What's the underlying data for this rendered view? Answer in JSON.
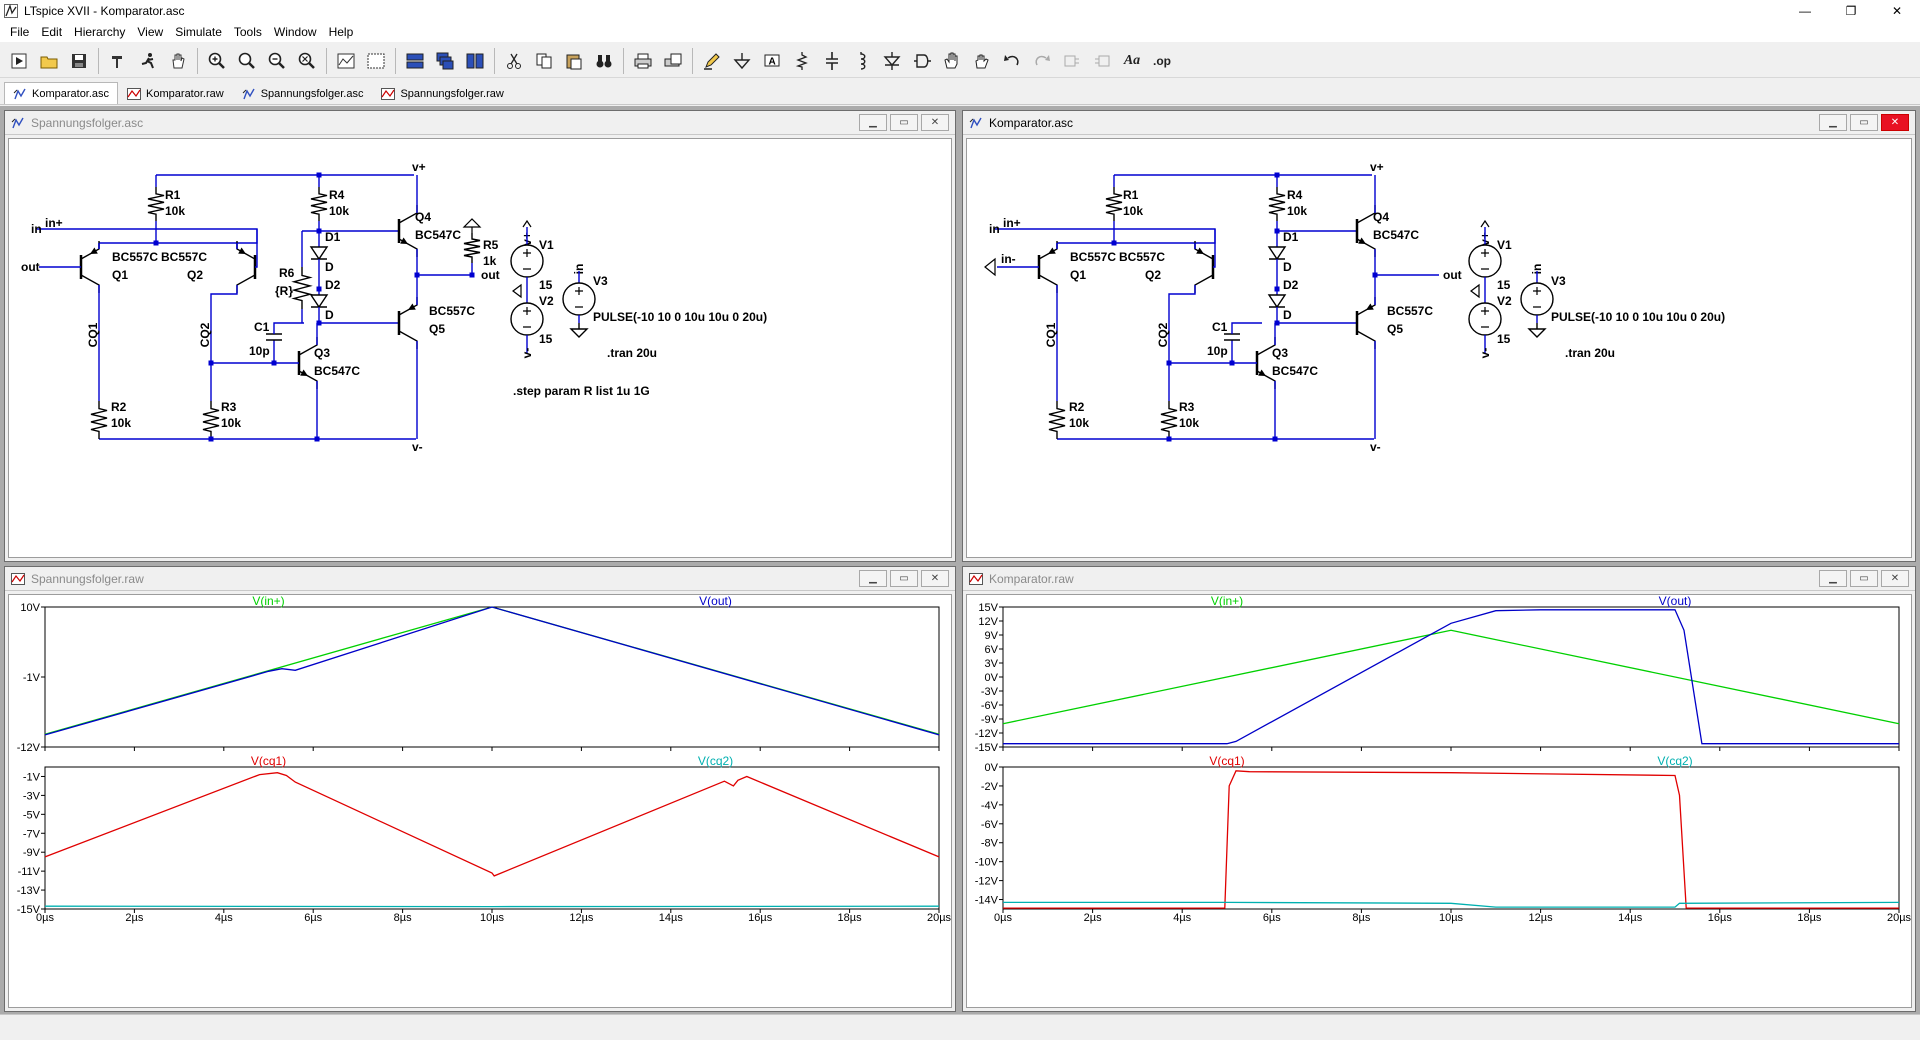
{
  "window": {
    "title": "LTspice XVII - Komparator.asc",
    "minimize": "—",
    "maximize": "❐",
    "close": "✕"
  },
  "menu": [
    "File",
    "Edit",
    "Hierarchy",
    "View",
    "Simulate",
    "Tools",
    "Window",
    "Help"
  ],
  "toolbar": {
    "text_label": "Aa",
    "op_label": ".op"
  },
  "tabs": [
    {
      "label": "Komparator.asc",
      "kind": "schematic",
      "active": true
    },
    {
      "label": "Komparator.raw",
      "kind": "waveform",
      "active": false
    },
    {
      "label": "Spannungsfolger.asc",
      "kind": "schematic",
      "active": false
    },
    {
      "label": "Spannungsfolger.raw",
      "kind": "waveform",
      "active": false
    }
  ],
  "schematics": [
    {
      "window_title": "Spannungsfolger.asc",
      "variant": "follower",
      "labels": {
        "vplus": "v+",
        "vminus": "v-",
        "inplus": "in+",
        "in": "in",
        "out_left": "out",
        "out_right": "out",
        "R1": "R1",
        "R1v": "10k",
        "R2": "R2",
        "R2v": "10k",
        "R3": "R3",
        "R3v": "10k",
        "R4": "R4",
        "R4v": "10k",
        "R5": "R5",
        "R5v": "1k",
        "R6": "R6",
        "R6v": "{R}",
        "Q1": "Q1",
        "Q1m": "BC557C",
        "Q2": "Q2",
        "Q2m": "BC557C",
        "Q3": "Q3",
        "Q3m": "BC547C",
        "Q4": "Q4",
        "Q4m": "BC547C",
        "Q5": "Q5",
        "Q5m": "BC557C",
        "D1": "D1",
        "D1m": "D",
        "D2": "D2",
        "D2m": "D",
        "C1": "C1",
        "C1v": "10p",
        "CQ1": "CQ1",
        "CQ2": "CQ2",
        "V1": "V1",
        "V1v": "15",
        "V2": "V2",
        "V2v": "15",
        "V3": "V3",
        "v_plus_flag": "v+",
        "v_minus_flag": "v-",
        "in_flag": "in",
        "pulse": "PULSE(-10 10 0 10u 10u 0 20u)",
        "tran": ".tran 20u",
        "step": ".step param R list 1u 1G"
      }
    },
    {
      "window_title": "Komparator.asc",
      "variant": "comparator",
      "labels": {
        "vplus": "v+",
        "vminus": "v-",
        "inplus": "in+",
        "in": "in",
        "in_minus": "in-",
        "out_right": "out",
        "R1": "R1",
        "R1v": "10k",
        "R2": "R2",
        "R2v": "10k",
        "R3": "R3",
        "R3v": "10k",
        "R4": "R4",
        "R4v": "10k",
        "Q1": "Q1",
        "Q1m": "BC557C",
        "Q2": "Q2",
        "Q2m": "BC557C",
        "Q3": "Q3",
        "Q3m": "BC547C",
        "Q4": "Q4",
        "Q4m": "BC547C",
        "Q5": "Q5",
        "Q5m": "BC557C",
        "D1": "D1",
        "D1m": "D",
        "D2": "D2",
        "D2m": "D",
        "C1": "C1",
        "C1v": "10p",
        "CQ1": "CQ1",
        "CQ2": "CQ2",
        "V1": "V1",
        "V1v": "15",
        "V2": "V2",
        "V2v": "15",
        "V3": "V3",
        "v_plus_flag": "v+",
        "v_minus_flag": "v-",
        "in_flag": "in",
        "pulse": "PULSE(-10 10 0 10u 10u 0 20u)",
        "tran": ".tran 20u"
      }
    }
  ],
  "chart_data": [
    {
      "window_title": "Spannungsfolger.raw",
      "type": "line",
      "x_ticks": [
        "0µs",
        "2µs",
        "4µs",
        "6µs",
        "8µs",
        "10µs",
        "12µs",
        "14µs",
        "16µs",
        "18µs",
        "20µs"
      ],
      "xlim": [
        0,
        20
      ],
      "panes": [
        {
          "ylim": [
            -12,
            10
          ],
          "y_ticks": [
            {
              "v": 10,
              "label": "10V"
            },
            {
              "v": -1,
              "label": "-1V"
            },
            {
              "v": -12,
              "label": "-12V"
            }
          ],
          "series": [
            {
              "name": "V(in+)",
              "color": "#00d000",
              "x": [
                0,
                10,
                20
              ],
              "y": [
                -10,
                10,
                -10
              ]
            },
            {
              "name": "V(out)",
              "color": "#0000c8",
              "x": [
                0,
                5,
                5.3,
                5.6,
                10,
                20
              ],
              "y": [
                -10.1,
                -0.1,
                0.3,
                0.05,
                10,
                -10.1
              ]
            }
          ]
        },
        {
          "ylim": [
            -15,
            0
          ],
          "y_ticks": [
            {
              "v": -1,
              "label": "-1V"
            },
            {
              "v": -3,
              "label": "-3V"
            },
            {
              "v": -5,
              "label": "-5V"
            },
            {
              "v": -7,
              "label": "-7V"
            },
            {
              "v": -9,
              "label": "-9V"
            },
            {
              "v": -11,
              "label": "-11V"
            },
            {
              "v": -13,
              "label": "-13V"
            },
            {
              "v": -15,
              "label": "-15V"
            }
          ],
          "series": [
            {
              "name": "V(cq1)",
              "color": "#e00000",
              "x": [
                0,
                4.8,
                5.2,
                5.4,
                5.6,
                10,
                10.05,
                15.2,
                15.4,
                15.5,
                15.7,
                20
              ],
              "y": [
                -9.5,
                -0.8,
                -0.6,
                -0.9,
                -1.6,
                -11.2,
                -11.5,
                -1.5,
                -2.0,
                -1.4,
                -1.0,
                -9.5
              ]
            },
            {
              "name": "V(cq2)",
              "color": "#00b0b0",
              "x": [
                0,
                10,
                20
              ],
              "y": [
                -14.7,
                -14.75,
                -14.7
              ]
            }
          ]
        }
      ]
    },
    {
      "window_title": "Komparator.raw",
      "type": "line",
      "x_ticks": [
        "0µs",
        "2µs",
        "4µs",
        "6µs",
        "8µs",
        "10µs",
        "12µs",
        "14µs",
        "16µs",
        "18µs",
        "20µs"
      ],
      "xlim": [
        0,
        20
      ],
      "panes": [
        {
          "ylim": [
            -15,
            15
          ],
          "y_ticks": [
            {
              "v": 15,
              "label": "15V"
            },
            {
              "v": 12,
              "label": "12V"
            },
            {
              "v": 9,
              "label": "9V"
            },
            {
              "v": 6,
              "label": "6V"
            },
            {
              "v": 3,
              "label": "3V"
            },
            {
              "v": 0,
              "label": "0V"
            },
            {
              "v": -3,
              "label": "-3V"
            },
            {
              "v": -6,
              "label": "-6V"
            },
            {
              "v": -9,
              "label": "-9V"
            },
            {
              "v": -12,
              "label": "-12V"
            },
            {
              "v": -15,
              "label": "-15V"
            }
          ],
          "series": [
            {
              "name": "V(in+)",
              "color": "#00d000",
              "x": [
                0,
                10,
                20
              ],
              "y": [
                -10,
                10,
                -10
              ]
            },
            {
              "name": "V(out)",
              "color": "#0000c8",
              "x": [
                0,
                5,
                5.2,
                10,
                11,
                12,
                15,
                15.2,
                15.6,
                20
              ],
              "y": [
                -14.3,
                -14.3,
                -13.8,
                11.5,
                14.2,
                14.4,
                14.4,
                10,
                -14.3,
                -14.3
              ]
            }
          ]
        },
        {
          "ylim": [
            -15,
            0
          ],
          "y_ticks": [
            {
              "v": 0,
              "label": "0V"
            },
            {
              "v": -2,
              "label": "-2V"
            },
            {
              "v": -4,
              "label": "-4V"
            },
            {
              "v": -6,
              "label": "-6V"
            },
            {
              "v": -8,
              "label": "-8V"
            },
            {
              "v": -10,
              "label": "-10V"
            },
            {
              "v": -12,
              "label": "-12V"
            },
            {
              "v": -14,
              "label": "-14V"
            }
          ],
          "series": [
            {
              "name": "V(cq1)",
              "color": "#e00000",
              "x": [
                0,
                4.95,
                5.05,
                5.2,
                5.5,
                10,
                15,
                15.1,
                15.25,
                20
              ],
              "y": [
                -14.9,
                -14.9,
                -2,
                -0.4,
                -0.5,
                -0.6,
                -0.9,
                -3,
                -14.9,
                -14.9
              ]
            },
            {
              "name": "V(cq2)",
              "color": "#00b0b0",
              "x": [
                0,
                5,
                10,
                11,
                15,
                15.1,
                20
              ],
              "y": [
                -14.3,
                -14.3,
                -14.4,
                -14.8,
                -14.8,
                -14.4,
                -14.3
              ]
            }
          ]
        }
      ]
    }
  ]
}
